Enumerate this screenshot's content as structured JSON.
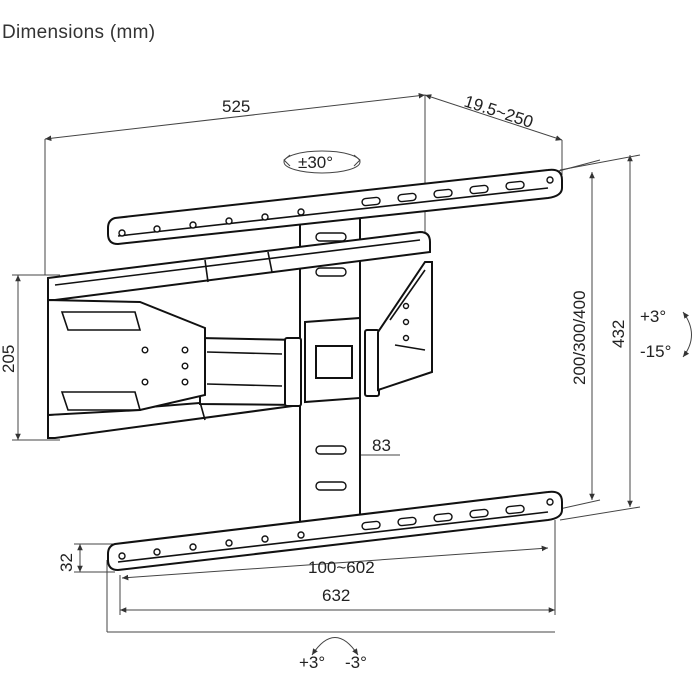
{
  "title": "Dimensions (mm)",
  "dimensions": {
    "arm_length": "525",
    "depth": "19.5~250",
    "swivel": "±30°",
    "vertical_spacing": "200/300/400",
    "height": "432",
    "tilt_up": "+3°",
    "tilt_down": "-15°",
    "bracket_height": "205",
    "rail_gap": "83",
    "rail_thickness": "32",
    "horizontal_spacing": "100~602",
    "width": "632",
    "level_plus": "+3°",
    "level_minus": "-3°"
  }
}
